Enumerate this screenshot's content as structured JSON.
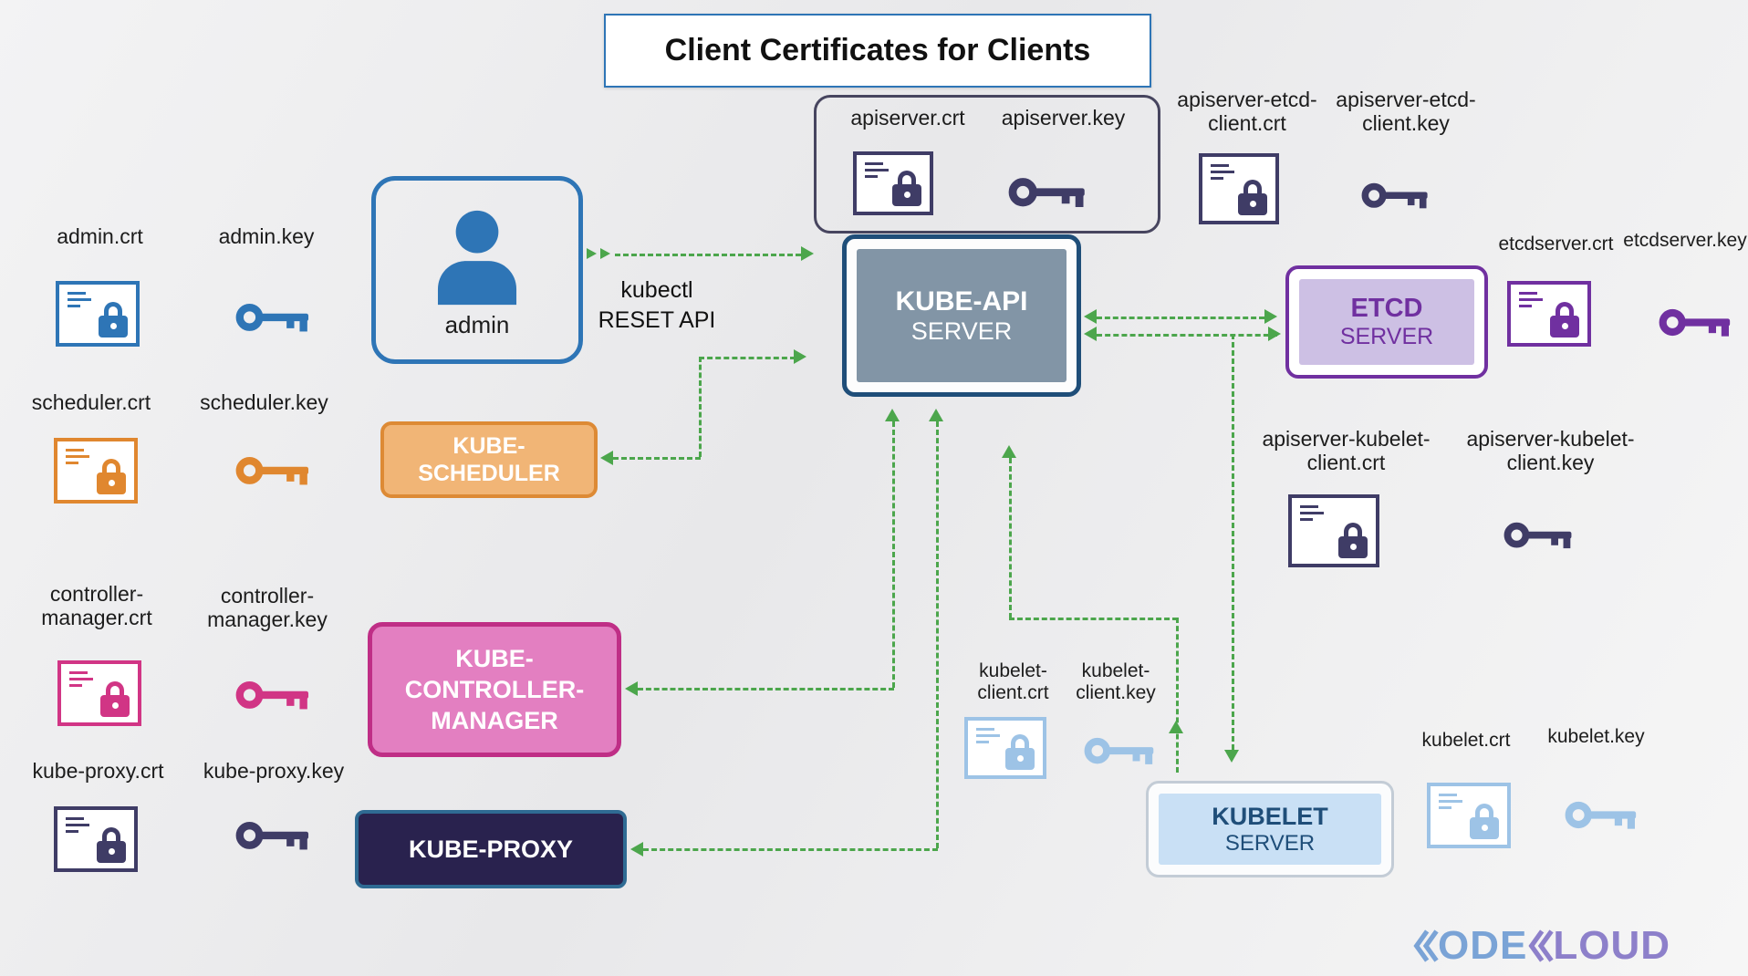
{
  "title": "Client Certificates for Clients",
  "palette": {
    "blue": "#2e75b6",
    "orange": "#e0872f",
    "pink": "#d13585",
    "dark_indigo": "#3f3c66",
    "purple": "#7030a0",
    "light_blue": "#9dc3e6",
    "arrow_green": "#4ca64c",
    "api_fill": "#8295a6",
    "api_border": "#1f4e79",
    "scheduler_fill": "#f1b576",
    "controller_fill": "#e37fc1",
    "proxy_fill": "#29224e",
    "etcd_fill": "#cdc0e4",
    "kubelet_fill": "#c9e0f5",
    "logo_blue": "#7aa3d6",
    "logo_purple": "#8d80ca"
  },
  "nodes": {
    "admin": {
      "label": "admin"
    },
    "kube_scheduler": {
      "line1": "KUBE-",
      "line2": "SCHEDULER"
    },
    "kube_controller_manager": {
      "line1": "KUBE-",
      "line2": "CONTROLLER-",
      "line3": "MANAGER"
    },
    "kube_proxy": {
      "label": "KUBE-PROXY"
    },
    "kube_api_server": {
      "line1": "KUBE-API",
      "line2": "SERVER"
    },
    "etcd_server": {
      "line1": "ETCD",
      "line2": "SERVER"
    },
    "kubelet_server": {
      "line1": "KUBELET",
      "line2": "SERVER"
    }
  },
  "annotation": {
    "kubectl_line1": "kubectl",
    "kubectl_line2": "RESET API"
  },
  "labels": {
    "admin_crt": "admin.crt",
    "admin_key": "admin.key",
    "scheduler_crt": "scheduler.crt",
    "scheduler_key": "scheduler.key",
    "controller_manager_crt": "controller-manager.crt",
    "controller_manager_key": "controller-manager.key",
    "kube_proxy_crt": "kube-proxy.crt",
    "kube_proxy_key": "kube-proxy.key",
    "apiserver_crt": "apiserver.crt",
    "apiserver_key": "apiserver.key",
    "apiserver_etcd_client_crt": "apiserver-etcd-client.crt",
    "apiserver_etcd_client_key": "apiserver-etcd-client.key",
    "etcdserver_crt": "etcdserver.crt",
    "etcdserver_key": "etcdserver.key",
    "apiserver_kubelet_client_crt": "apiserver-kubelet-client.crt",
    "apiserver_kubelet_client_key": "apiserver-kubelet-client.key",
    "kubelet_client_crt": "kubelet-client.crt",
    "kubelet_client_key": "kubelet-client.key",
    "kubelet_crt": "kubelet.crt",
    "kubelet_key": "kubelet.key"
  },
  "logo": {
    "part1": "ODE",
    "part2": "LOUD"
  }
}
